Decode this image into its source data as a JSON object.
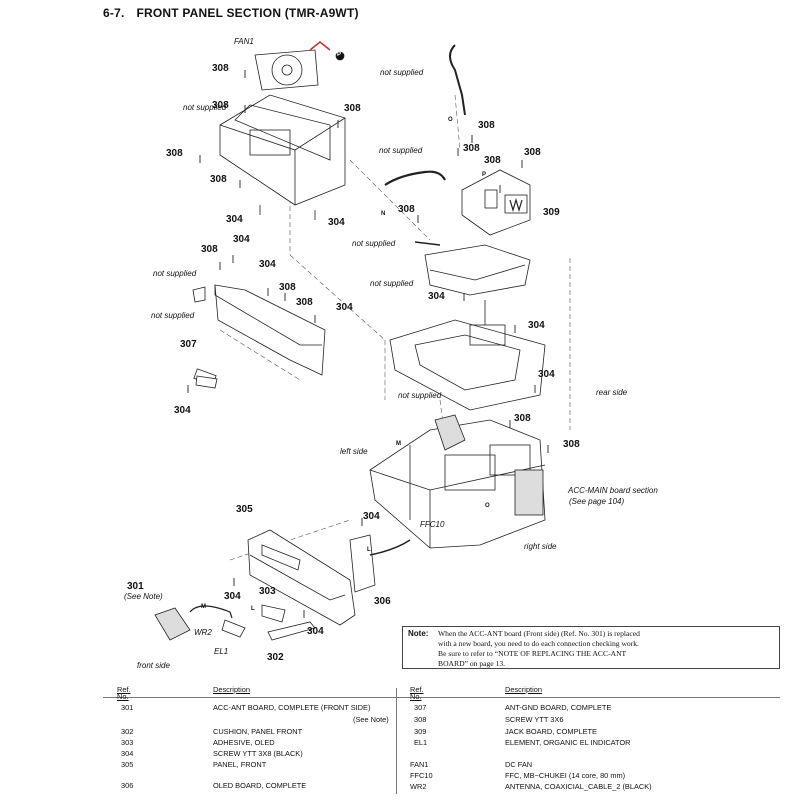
{
  "section": {
    "number": "6-7.",
    "title": "FRONT PANEL SECTION (TMR-A9WT)"
  },
  "callouts": {
    "c308a": "308",
    "c308b": "308",
    "c308c": "308",
    "c308d": "308",
    "c304a": "304",
    "c304b": "304",
    "c308e": "308",
    "c308f": "308",
    "c308g": "308",
    "c309": "309",
    "c308h": "308",
    "c304c": "304",
    "c304d": "304",
    "c308i": "308",
    "c308j": "308",
    "c304e": "304",
    "c307": "307",
    "c304f": "304",
    "c304g": "304",
    "c304h": "304",
    "c308k": "308",
    "c308l": "308",
    "c305": "305",
    "c304i": "304",
    "c306": "306",
    "c301": "301",
    "c304j": "304",
    "c303": "303",
    "c304k": "304",
    "c302": "302",
    "p1": "P",
    "p2": "P",
    "o1": "O",
    "n1": "N",
    "m1": "M",
    "o2": "O",
    "l1": "L",
    "l2": "L",
    "m2": "M"
  },
  "labels": {
    "fan1": "FAN1",
    "ns1": "not supplied",
    "ns2": "not supplied",
    "ns3": "not supplied",
    "ns4": "not supplied",
    "ns5": "not supplied",
    "ns6": "not supplied",
    "ns7": "not supplied",
    "ns8": "not supplied",
    "ns9": "not supplied",
    "rear": "rear side",
    "left": "left side",
    "right": "right side",
    "front": "front side",
    "acc_main": "ACC-MAIN board section",
    "acc_main_ref": "(See page 104)",
    "ffc10": "FFC10",
    "wr2": "WR2",
    "el1": "EL1",
    "see_note": "(See Note)"
  },
  "note": {
    "head": "Note:",
    "line1": "When the ACC-ANT board (Front side) (Ref. No. 301) is replaced",
    "line2": "with a new board, you need to do each connection checking work.",
    "line3": "Be sure to refer to “NOTE OF REPLACING THE ACC-ANT",
    "line4": "BOARD” on page 13."
  },
  "parts_table": {
    "ref_header": "Ref. No.",
    "desc_header": "Description",
    "left": [
      {
        "ref": "301",
        "desc": "ACC-ANT BOARD, COMPLETE (FRONT SIDE)",
        "extra": "(See Note)"
      },
      {
        "ref": "302",
        "desc": "CUSHION, PANEL FRONT"
      },
      {
        "ref": "303",
        "desc": "ADHESIVE, OLED"
      },
      {
        "ref": "304",
        "desc": "SCREW YTT 3X8 (BLACK)"
      },
      {
        "ref": "305",
        "desc": "PANEL, FRONT"
      },
      {
        "ref": "306",
        "desc": "OLED BOARD, COMPLETE"
      }
    ],
    "right": [
      {
        "ref": "307",
        "desc": "ANT-GND BOARD, COMPLETE"
      },
      {
        "ref": "308",
        "desc": "SCREW YTT 3X6"
      },
      {
        "ref": "309",
        "desc": "JACK BOARD, COMPLETE"
      },
      {
        "ref": "EL1",
        "desc": "ELEMENT, ORGANIC EL INDICATOR"
      },
      {
        "ref": "FAN1",
        "desc": "DC FAN"
      },
      {
        "ref": "FFC10",
        "desc": "FFC, MB~CHUKEI (14 core, 80 mm)"
      },
      {
        "ref": "WR2",
        "desc": "ANTENNA, COAXICIAL_CABLE_2 (BLACK)"
      }
    ]
  }
}
